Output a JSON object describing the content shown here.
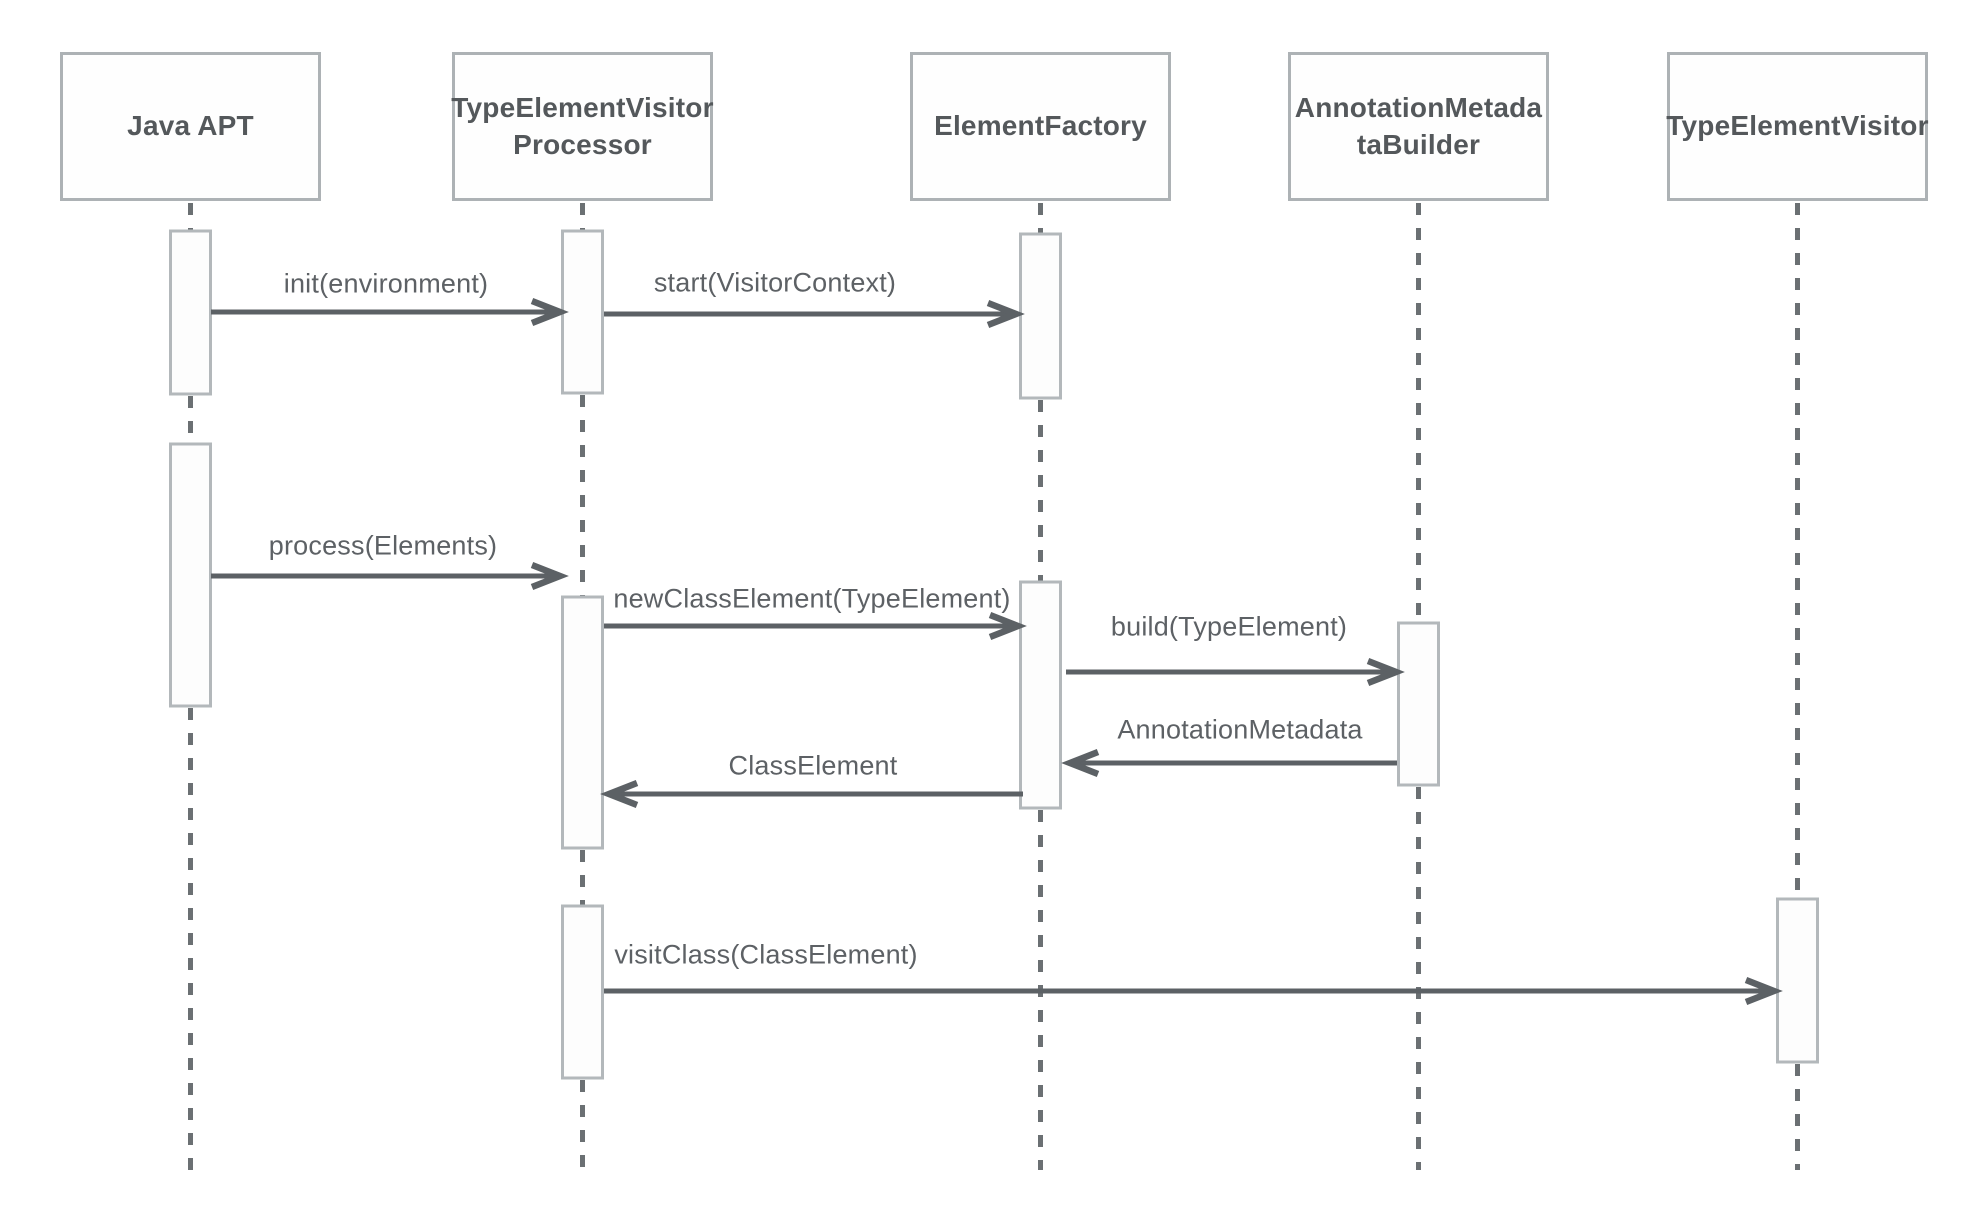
{
  "diagram": {
    "type": "uml-sequence-diagram",
    "participants": [
      {
        "id": "java-apt",
        "label": "Java APT"
      },
      {
        "id": "type-element-visitor-processor",
        "label": "TypeElementVisitor\nProcessor"
      },
      {
        "id": "element-factory",
        "label": "ElementFactory"
      },
      {
        "id": "annotation-metadata-builder",
        "label": "AnnotationMetada\ntaBuilder"
      },
      {
        "id": "type-element-visitor",
        "label": "TypeElementVisitor"
      }
    ],
    "messages": [
      {
        "label": "init(environment)",
        "from": "java-apt",
        "to": "type-element-visitor-processor",
        "direction": "right"
      },
      {
        "label": "start(VisitorContext)",
        "from": "type-element-visitor-processor",
        "to": "element-factory",
        "direction": "right"
      },
      {
        "label": "process(Elements)",
        "from": "java-apt",
        "to": "type-element-visitor-processor",
        "direction": "right"
      },
      {
        "label": "newClassElement(TypeElement)",
        "from": "type-element-visitor-processor",
        "to": "element-factory",
        "direction": "right"
      },
      {
        "label": "build(TypeElement)",
        "from": "element-factory",
        "to": "annotation-metadata-builder",
        "direction": "right"
      },
      {
        "label": "AnnotationMetadata",
        "from": "annotation-metadata-builder",
        "to": "element-factory",
        "direction": "left"
      },
      {
        "label": "ClassElement",
        "from": "element-factory",
        "to": "type-element-visitor-processor",
        "direction": "left"
      },
      {
        "label": "visitClass(ClassElement)",
        "from": "type-element-visitor-processor",
        "to": "type-element-visitor",
        "direction": "right"
      }
    ],
    "colors": {
      "background": "#ffffff",
      "box_border": "#adb2b5",
      "activation_border": "#b3b8bb",
      "activation_fill": "#fdfdfd",
      "lifeline": "#6b7073",
      "arrow": "#5c6165",
      "title_text": "#54585b",
      "label_text": "#5d6165"
    }
  }
}
